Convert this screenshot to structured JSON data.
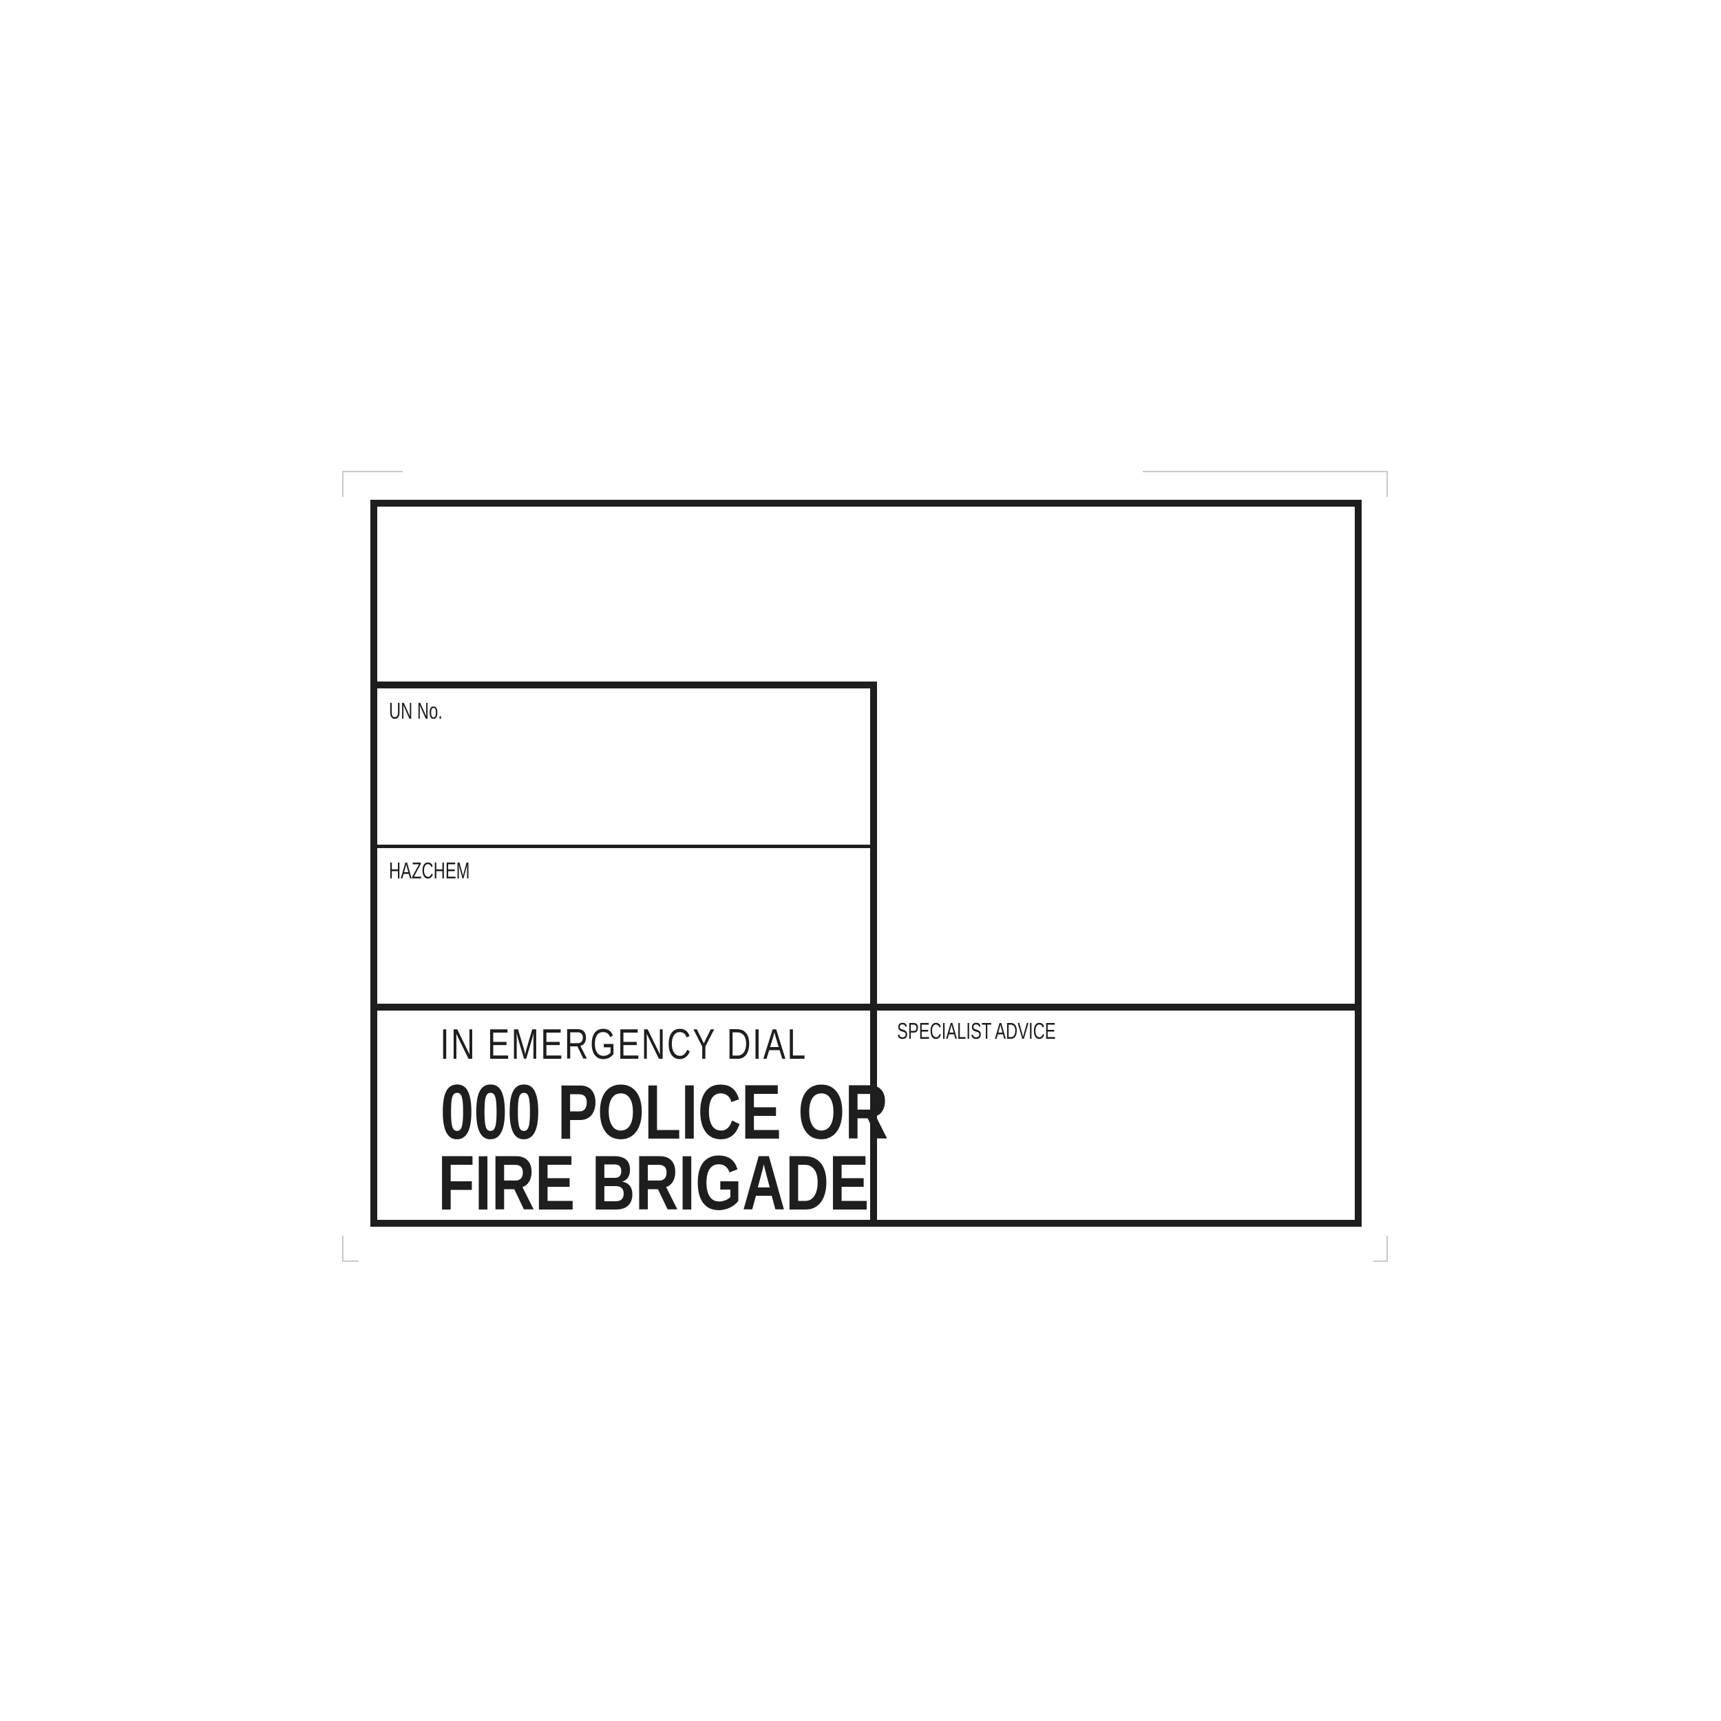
{
  "placard": {
    "un_label": "UN No.",
    "hazchem_label": "HAZCHEM",
    "specialist_label": "SPECIALIST ADVICE",
    "emergency": {
      "line1": "IN EMERGENCY  DIAL",
      "line2": "000  POLICE  OR",
      "line3": "FIRE  BRIGADE"
    }
  },
  "colors": {
    "ink": "#1e1e1e",
    "background": "#ffffff",
    "crop_marks": "#c8c8c8"
  }
}
